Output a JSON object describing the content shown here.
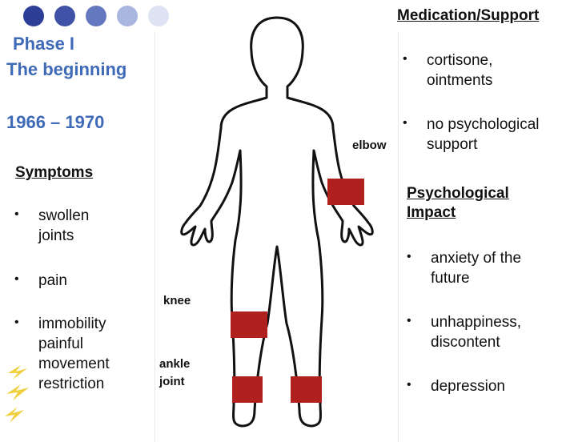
{
  "colors": {
    "phase_blue": "#3f6ab8",
    "marker_red": "#b0201f",
    "dots": [
      "#2c3e96",
      "#3f52a8",
      "#6478c0",
      "#a9b7e0",
      "#dde3f3"
    ],
    "spark": "#f0d040"
  },
  "phase": {
    "title": "Phase I",
    "subtitle": "The beginning",
    "years": "1966 – 1970"
  },
  "symptoms": {
    "heading": "Symptoms",
    "items": [
      "swollen joints",
      "pain",
      "immobility painful movement restriction"
    ]
  },
  "medication": {
    "heading": "Medication/Support",
    "items": [
      "cortisone, ointments",
      "no psychological support"
    ]
  },
  "psych": {
    "heading": "Psychological Impact",
    "items": [
      "anxiety of the future",
      "unhappiness, discontent",
      "depression"
    ]
  },
  "body_labels": {
    "elbow": "elbow",
    "knee": "knee",
    "ankle": "ankle joint"
  },
  "icons": {
    "pain_sparks": "lightning-spark-icon"
  }
}
